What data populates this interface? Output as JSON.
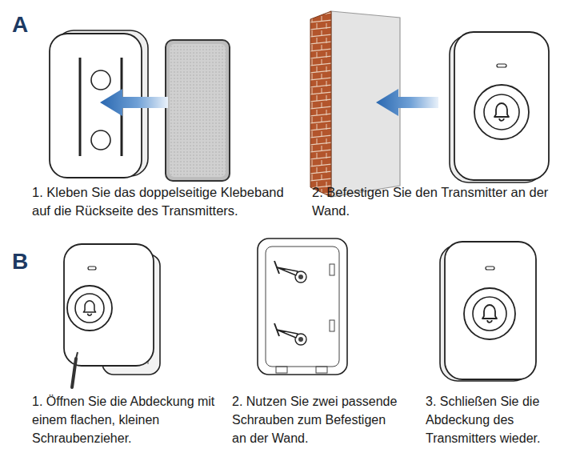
{
  "diagram": {
    "labels": [
      "A",
      "1. Kleben Sie das doppelseitige Klebeband auf die Rückseite des Transmitters.",
      "2. Befestigen Sie den Transmitter an der Wand.",
      "B",
      "1. Öffnen Sie die Abdeckung mit einem flachen, kleinen Schraubenzieher.",
      "2. Nutzen Sie zwei passende Schrauben zum Befestigen an der Wand.",
      "3. Schließen Sie die Abdeckung des Transmitters wieder."
    ]
  }
}
